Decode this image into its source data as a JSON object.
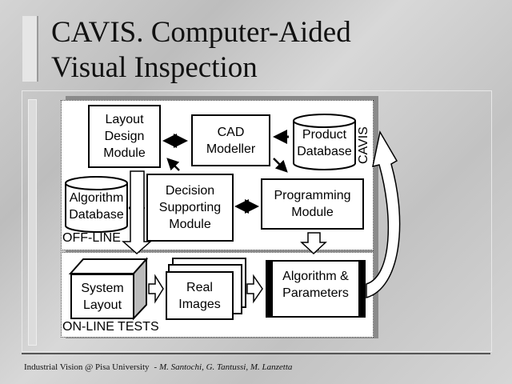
{
  "slide": {
    "title_line1": "CAVIS. Computer-Aided",
    "title_line2": "Visual Inspection"
  },
  "diagram": {
    "system_label": "CAVIS",
    "offline_label": "OFF-LINE",
    "online_label": "ON-LINE TESTS",
    "layout_design": [
      "Layout",
      "Design",
      "Module"
    ],
    "cad_modeller": [
      "CAD",
      "Modeller"
    ],
    "product_database": [
      "Product",
      "Database"
    ],
    "algorithm_database": [
      "Algorithm",
      "Database"
    ],
    "decision_supporting": [
      "Decision",
      "Supporting",
      "Module"
    ],
    "programming_module": [
      "Programming",
      "Module"
    ],
    "system_layout": [
      "System",
      "Layout"
    ],
    "real_images": [
      "Real",
      "Images"
    ],
    "algorithm_parameters": [
      "Algorithm &",
      "Parameters"
    ]
  },
  "footer": {
    "org": "Industrial Vision @ Pisa University",
    "authors": "-  M. Santochi, G. Tantussi,  M. Lanzetta"
  }
}
